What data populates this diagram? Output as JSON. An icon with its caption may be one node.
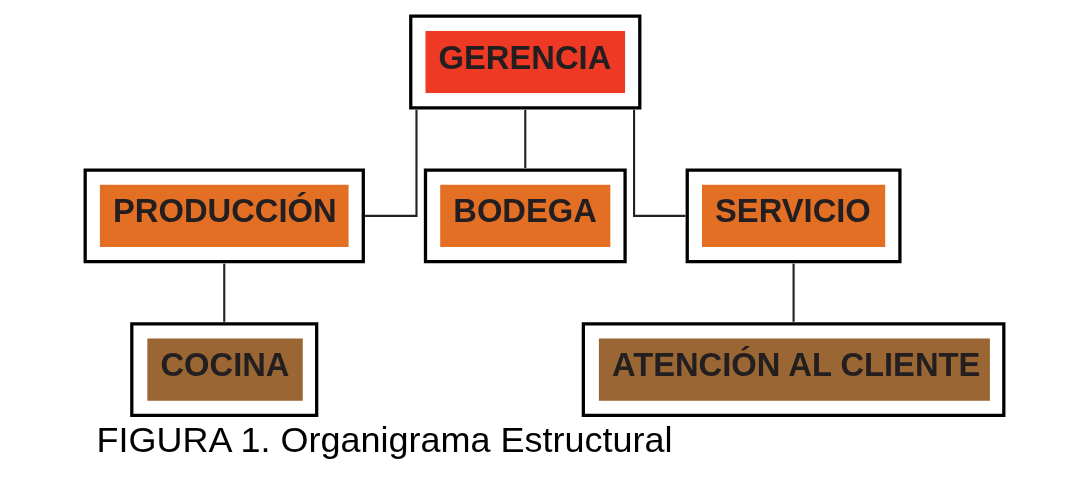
{
  "diagram": {
    "caption": "FIGURA 1. Organigrama Estructural",
    "nodes": [
      {
        "text": [
          "GERENCIA"
        ]
      },
      {
        "text": [
          "PRODUCCIÓN"
        ]
      },
      {
        "text": [
          "BODEGA"
        ]
      },
      {
        "text": [
          "SERVICIO"
        ]
      },
      {
        "text": [
          "COCINA"
        ]
      },
      {
        "text": [
          "ATENCIÓN AL CLIENTE"
        ]
      }
    ],
    "edges": [
      {
        "from": 0,
        "to": 1,
        "arrow": "none"
      },
      {
        "from": 0,
        "to": 2,
        "arrow": "none"
      },
      {
        "from": 0,
        "to": 3,
        "arrow": "none"
      },
      {
        "from": 1,
        "to": 4,
        "arrow": "none"
      },
      {
        "from": 3,
        "to": 5,
        "arrow": "none"
      }
    ]
  }
}
